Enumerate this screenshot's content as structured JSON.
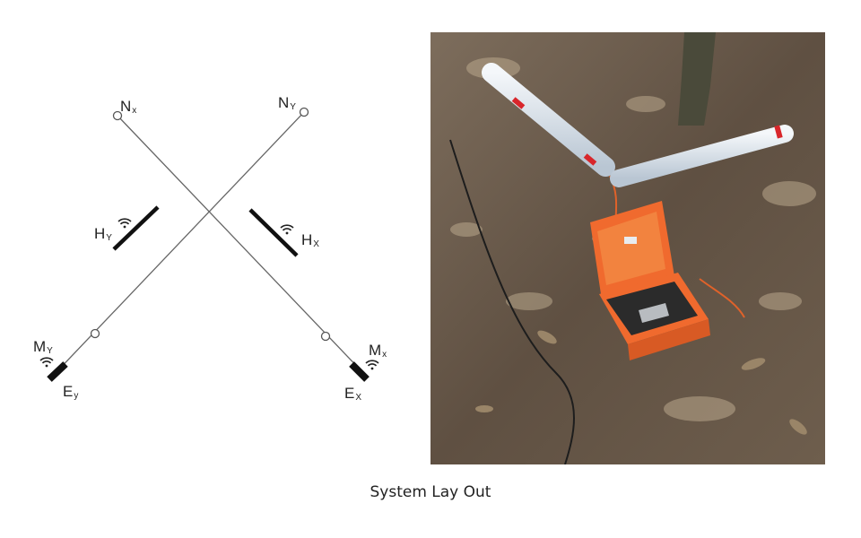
{
  "diagram": {
    "labels": {
      "nx": {
        "main": "N",
        "sub": "x"
      },
      "ny": {
        "main": "N",
        "sub": "Y"
      },
      "hy": {
        "main": "H",
        "sub": "Y"
      },
      "hx": {
        "main": "H",
        "sub": "X"
      },
      "my": {
        "main": "M",
        "sub": "Y"
      },
      "mx": {
        "main": "M",
        "sub": "x"
      },
      "ey": {
        "main": "E",
        "sub": "y"
      },
      "ex": {
        "main": "E",
        "sub": "X"
      }
    },
    "icons": [
      "wifi-icon",
      "wifi-icon",
      "wifi-icon",
      "wifi-icon"
    ]
  },
  "photo": {
    "colors": {
      "ground": "#6b5a4a",
      "case": "#f06a2e",
      "tube": "#dfe6ee",
      "tube_mark": "#d8262b",
      "trunk": "#4a4a3a"
    }
  },
  "caption": "System Lay Out"
}
